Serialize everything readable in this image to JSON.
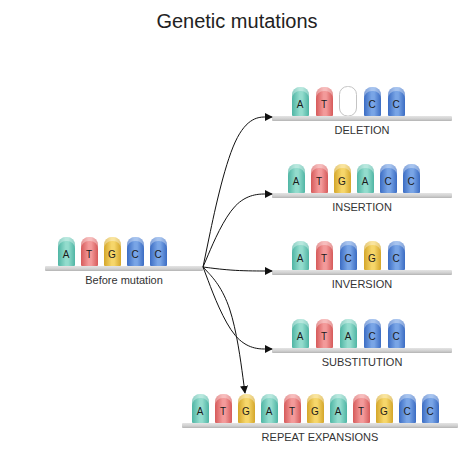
{
  "diagram": {
    "title": "Genetic mutations",
    "nodes": [
      {
        "text": [
          "Before mutation"
        ]
      },
      {
        "text": [
          "DELETION"
        ]
      },
      {
        "text": [
          "INSERTION"
        ]
      },
      {
        "text": [
          "INVERSION"
        ]
      },
      {
        "text": [
          "SUBSTITUTION"
        ]
      },
      {
        "text": [
          "REPEAT EXPANSIONS"
        ]
      }
    ],
    "edges": [
      {
        "from": 0,
        "to": 1,
        "arrow": "to"
      },
      {
        "from": 0,
        "to": 2,
        "arrow": "to"
      },
      {
        "from": 0,
        "to": 3,
        "arrow": "to"
      },
      {
        "from": 0,
        "to": 4,
        "arrow": "to"
      },
      {
        "from": 0,
        "to": 5,
        "arrow": "to"
      }
    ],
    "labels": [
      "A",
      "T",
      "G",
      "C",
      "C",
      "A",
      "T",
      "C",
      "C",
      "A",
      "T",
      "G",
      "A",
      "C",
      "C",
      "A",
      "T",
      "C",
      "G",
      "C",
      "A",
      "T",
      "A",
      "C",
      "C",
      "A",
      "T",
      "G",
      "A",
      "T",
      "G",
      "A",
      "T",
      "G",
      "C",
      "C"
    ]
  }
}
